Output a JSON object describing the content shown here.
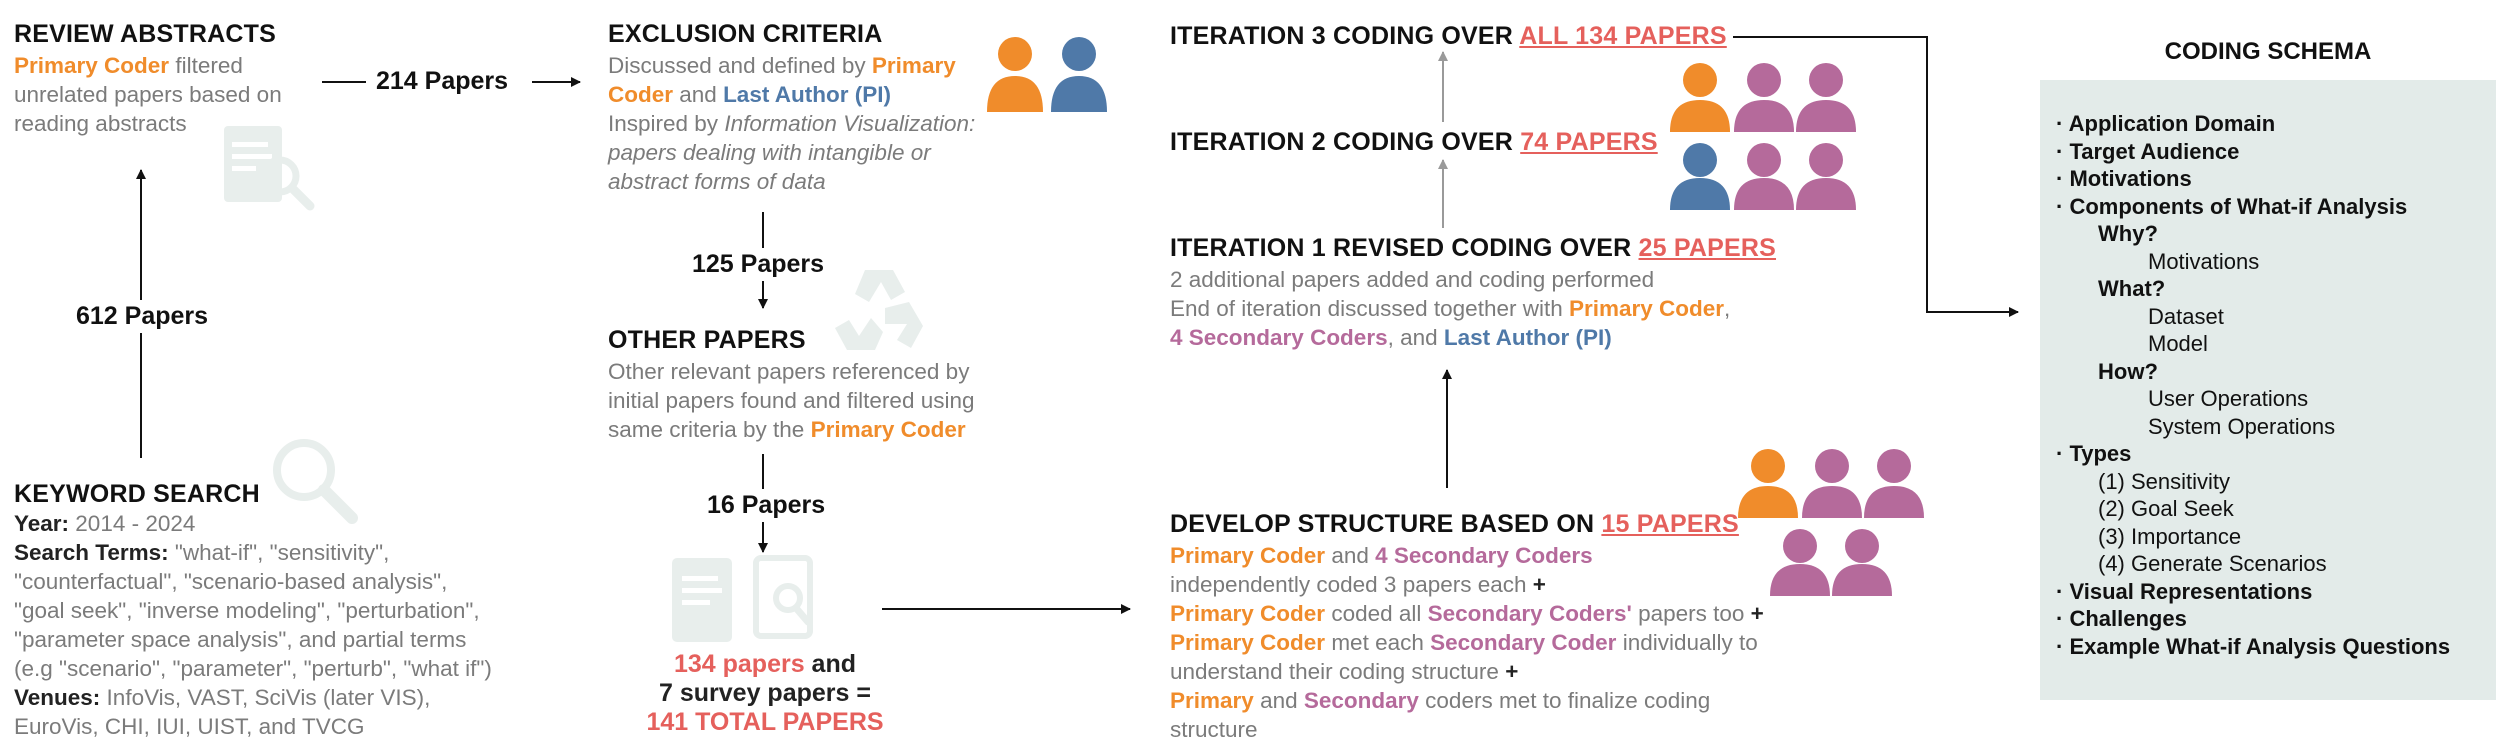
{
  "review": {
    "title": "REVIEW ABSTRACTS",
    "who": "Primary Coder",
    "line1_rest": " filtered",
    "line2": "unrelated papers based on",
    "line3": "reading abstracts"
  },
  "arrow_214": "214 Papers",
  "arrow_612": "612 Papers",
  "keyword": {
    "title": "KEYWORD SEARCH",
    "year_label": "Year:",
    "year_value": " 2014 - 2024",
    "terms_label": "Search Terms:",
    "terms_l1": " \"what-if\", \"sensitivity\",",
    "terms_l2": "\"counterfactual\", \"scenario-based analysis\",",
    "terms_l3": "\"goal seek\", \"inverse modeling\", \"perturbation\",",
    "terms_l4": "\"parameter space analysis\", and partial terms",
    "terms_l5": "(e.g \"scenario\", \"parameter\", \"perturb\", \"what if\")",
    "venues_label": "Venues:",
    "venues_l1": " InfoVis, VAST, SciVis (later VIS),",
    "venues_l2": "EuroVis, CHI, IUI, UIST, and TVCG"
  },
  "exclusion": {
    "title": "EXCLUSION CRITERIA",
    "l1": "Discussed and defined by ",
    "who1a": "Primary",
    "who1b": "Coder",
    "and": " and ",
    "who2": "Last Author (PI)",
    "l3": "Inspired by ",
    "l3_it": "Information Visualization:",
    "l4_it": "papers dealing with intangible or",
    "l5_it": "abstract forms of data"
  },
  "arrow_125": "125 Papers",
  "other": {
    "title": "OTHER PAPERS",
    "l1": "Other relevant papers referenced by",
    "l2": "initial papers found and filtered using",
    "l3": "same criteria by the ",
    "who": "Primary Coder"
  },
  "arrow_16": "16 Papers",
  "total": {
    "a": "134 papers",
    "b": " and",
    "c": "7 survey papers =",
    "d": "141 TOTAL PAPERS"
  },
  "develop": {
    "title": "DEVELOP STRUCTURE BASED ON ",
    "title_link": "15 PAPERS",
    "primary": "Primary Coder",
    "and": " and ",
    "secondary": "4 Secondary Coders",
    "l2": "independently coded 3 papers each ",
    "plus": "+",
    "l3_a": "Primary Coder",
    "l3_b": " coded all ",
    "l3_c": "Secondary Coders'",
    "l3_d": " papers too ",
    "l4_a": "Primary Coder",
    "l4_b": " met each ",
    "l4_c": "Secondary Coder",
    "l4_d": " individually to",
    "l5": "understand their coding structure ",
    "l6_a": "Primary",
    "l6_b": " and ",
    "l6_c": "Secondary",
    "l6_d": " coders met to finalize coding",
    "l7": "structure"
  },
  "iter1": {
    "title": "ITERATION 1 REVISED CODING OVER ",
    "link": "25 PAPERS",
    "l1": "2 additional papers added and coding performed",
    "l2": "End of iteration discussed together with ",
    "who1": "Primary Coder",
    "comma": ",",
    "who2": "4 Secondary Coders",
    "and": ", and ",
    "who3": "Last Author (PI)"
  },
  "iter2": {
    "title": "ITERATION 2 CODING OVER ",
    "link": "74 PAPERS"
  },
  "iter3": {
    "title": "ITERATION 3 CODING OVER ",
    "link": "ALL 134 PAPERS"
  },
  "schema": {
    "title": "CODING SCHEMA",
    "items": [
      "Application Domain",
      "Target Audience",
      "Motivations",
      "Components of What-if Analysis"
    ],
    "why": "Why?",
    "why_sub": "Motivations",
    "what": "What?",
    "what_sub1": "Dataset",
    "what_sub2": "Model",
    "how": "How?",
    "how_sub1": "User Operations",
    "how_sub2": "System Operations",
    "types": "Types",
    "types_sub": [
      "(1) Sensitivity",
      "(2) Goal Seek",
      "(3) Importance",
      "(4) Generate Scenarios"
    ],
    "tail": [
      "Visual Representations",
      "Challenges",
      "Example What-if Analysis Questions"
    ]
  },
  "colors": {
    "primary_orange": "#f08c2b",
    "pi_blue": "#4f79a8",
    "secondary_purple": "#b56a9b",
    "highlight_red": "#e5605c",
    "panel_bg": "#e3ebe9"
  },
  "icons": [
    "document-search-icon",
    "magnifier-icon",
    "recycle-icon",
    "documents-icon",
    "person-icon"
  ]
}
